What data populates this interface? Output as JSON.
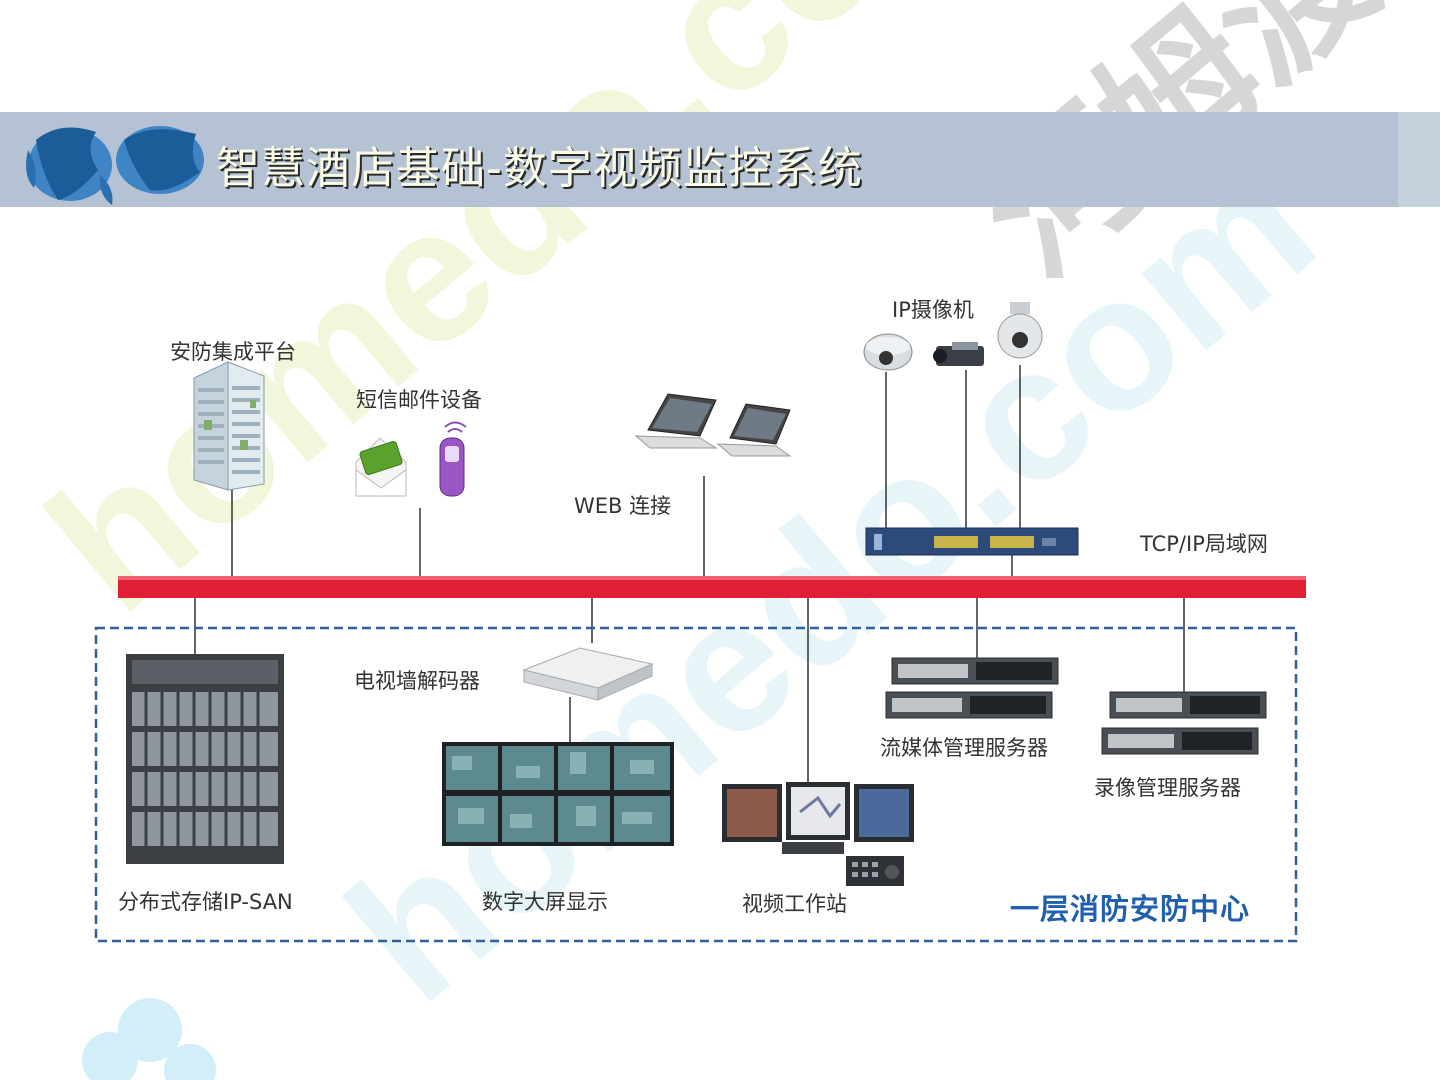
{
  "slide": {
    "title": "智慧酒店基础-数字视频监控系统"
  },
  "diagram": {
    "network_label": "TCP/IP局域网",
    "center_label": "一层消防安防中心",
    "nodes": {
      "platform": "安防集成平台",
      "sms": "短信邮件设备",
      "web": "WEB 连接",
      "camera": "IP摄像机",
      "storage": "分布式存储IP-SAN",
      "decoder": "电视墙解码器",
      "bigscreen": "数字大屏显示",
      "workstation": "视频工作站",
      "streaming": "流媒体管理服务器",
      "recording": "录像管理服务器"
    }
  },
  "watermark": {
    "text_a": "homedo.com",
    "text_b": "河姆渡"
  },
  "colors": {
    "title_bar": "#b4c2d4",
    "backbone": "#e01e35",
    "dashed_border": "#2e5f9e",
    "center_label": "#1f5fae",
    "watermark_green": "#eef7d2",
    "watermark_cyan": "#d9f2fa"
  }
}
